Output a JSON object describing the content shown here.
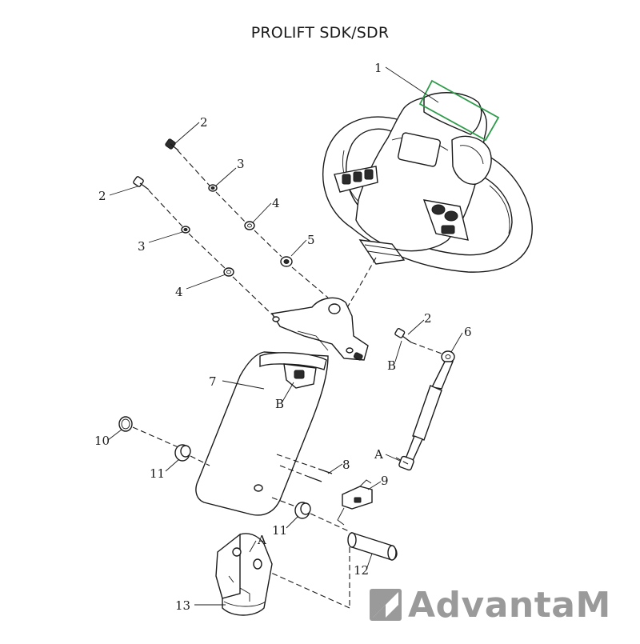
{
  "title": "PROLIFT SDK/SDR",
  "callouts": {
    "c1": "1",
    "c2a": "2",
    "c2b": "2",
    "c2c": "2",
    "c3a": "3",
    "c3b": "3",
    "c4a": "4",
    "c4b": "4",
    "c5": "5",
    "c6": "6",
    "c7": "7",
    "c8": "8",
    "c9": "9",
    "c10": "10",
    "c11a": "11",
    "c11b": "11",
    "c12": "12",
    "c13": "13",
    "refA1": "A",
    "refA2": "A",
    "refB1": "B",
    "refB2": "B"
  },
  "highlight_color": "#2e9b4a",
  "brand": {
    "text": "AdvantaM",
    "color": "#9a9a9a",
    "logo": "advantam-logo-mark"
  }
}
